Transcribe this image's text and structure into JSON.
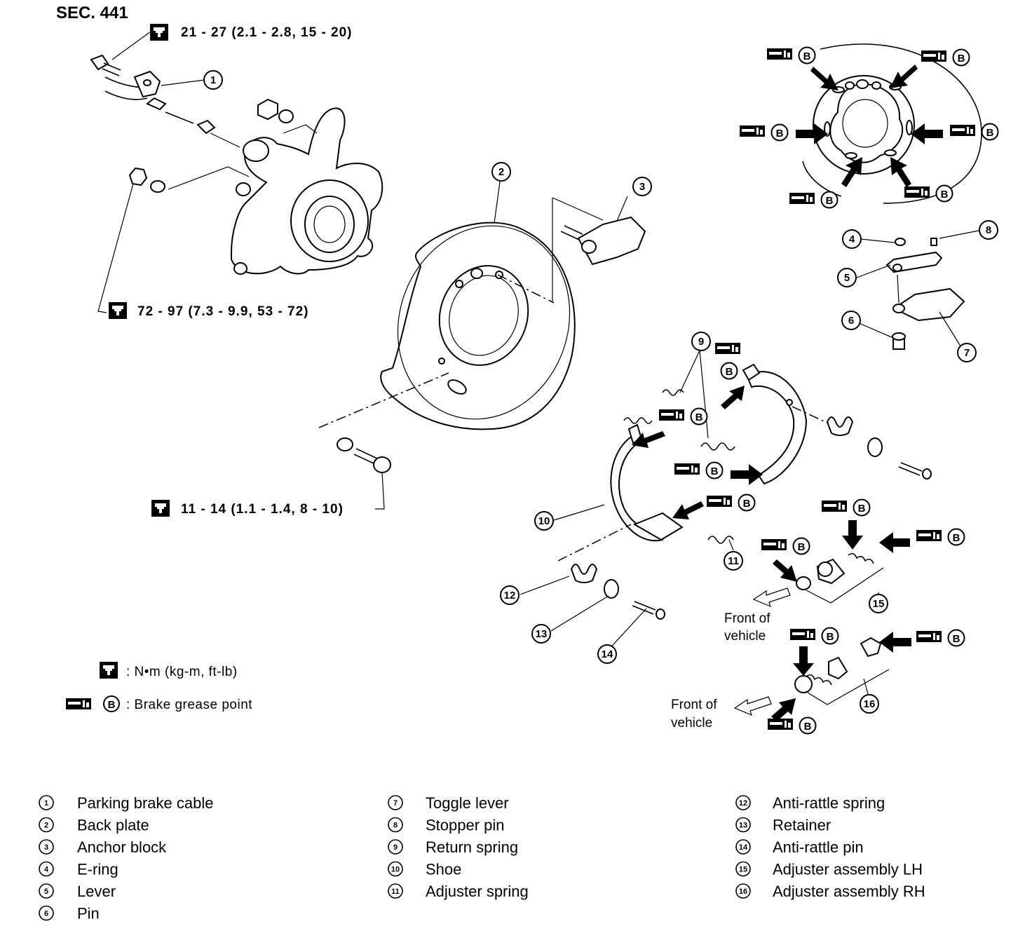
{
  "section": "SEC. 441",
  "torque_specs": [
    "21 - 27 (2.1 - 2.8, 15 - 20)",
    "72 - 97 (7.3 - 9.9, 53 - 72)",
    "11 - 14 (1.1 - 1.4, 8 - 10)"
  ],
  "grease_letter": "B",
  "front_of_vehicle": [
    "Front of",
    "vehicle"
  ],
  "key": {
    "torque_units": ": N•m (kg-m, ft-lb)",
    "grease_point": ": Brake grease point"
  },
  "parts": [
    {
      "num": "1",
      "name": "Parking brake cable"
    },
    {
      "num": "2",
      "name": "Back plate"
    },
    {
      "num": "3",
      "name": "Anchor block"
    },
    {
      "num": "4",
      "name": "E-ring"
    },
    {
      "num": "5",
      "name": "Lever"
    },
    {
      "num": "6",
      "name": "Pin"
    },
    {
      "num": "7",
      "name": "Toggle lever"
    },
    {
      "num": "8",
      "name": "Stopper pin"
    },
    {
      "num": "9",
      "name": "Return spring"
    },
    {
      "num": "10",
      "name": "Shoe"
    },
    {
      "num": "11",
      "name": "Adjuster spring"
    },
    {
      "num": "12",
      "name": "Anti-rattle spring"
    },
    {
      "num": "13",
      "name": "Retainer"
    },
    {
      "num": "14",
      "name": "Anti-rattle pin"
    },
    {
      "num": "15",
      "name": "Adjuster assembly LH"
    },
    {
      "num": "16",
      "name": "Adjuster assembly RH"
    }
  ]
}
